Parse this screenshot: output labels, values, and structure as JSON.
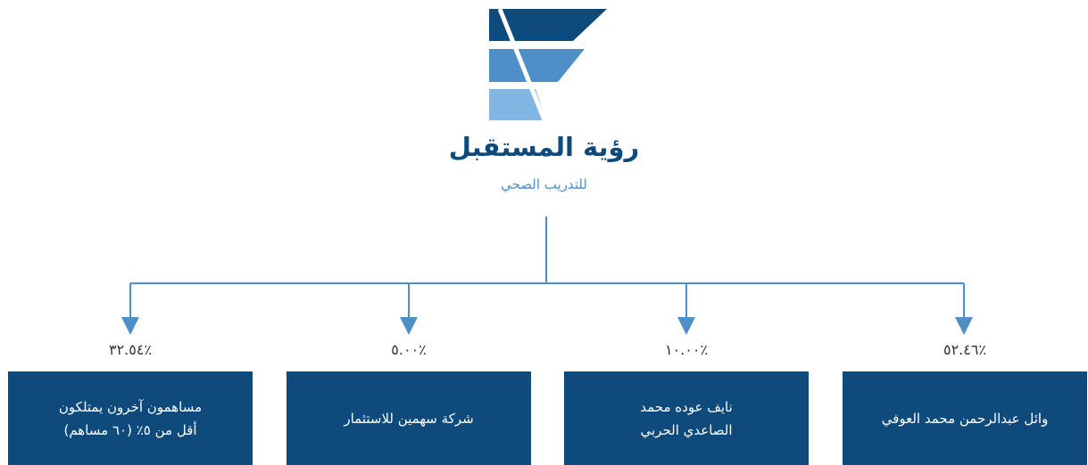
{
  "logo": {
    "title": "رؤية المستقبل",
    "subtitle": "للتدريب الصحي",
    "colors": [
      "#0e4a7b",
      "#4f8fc8",
      "#82b6e2"
    ]
  },
  "shareholders": [
    {
      "percent": "٪٣٢.٥٤",
      "line1": "مساهمون آخرون يمتلكون",
      "line2": "أقل من ٥٪ (٦٠ مساهم)"
    },
    {
      "percent": "٪٥.٠٠",
      "line1": "شركة سهمين للاستثمار",
      "line2": ""
    },
    {
      "percent": "٪١٠.٠٠",
      "line1": "نايف عوده محمد",
      "line2": "الصاعدي الحربي"
    },
    {
      "percent": "٪٥٢.٤٦",
      "line1": "وائل عبدالرحمن محمد العوفي",
      "line2": ""
    }
  ],
  "colors": {
    "box": "#0e4a7b",
    "connector": "#4f8fc8"
  }
}
